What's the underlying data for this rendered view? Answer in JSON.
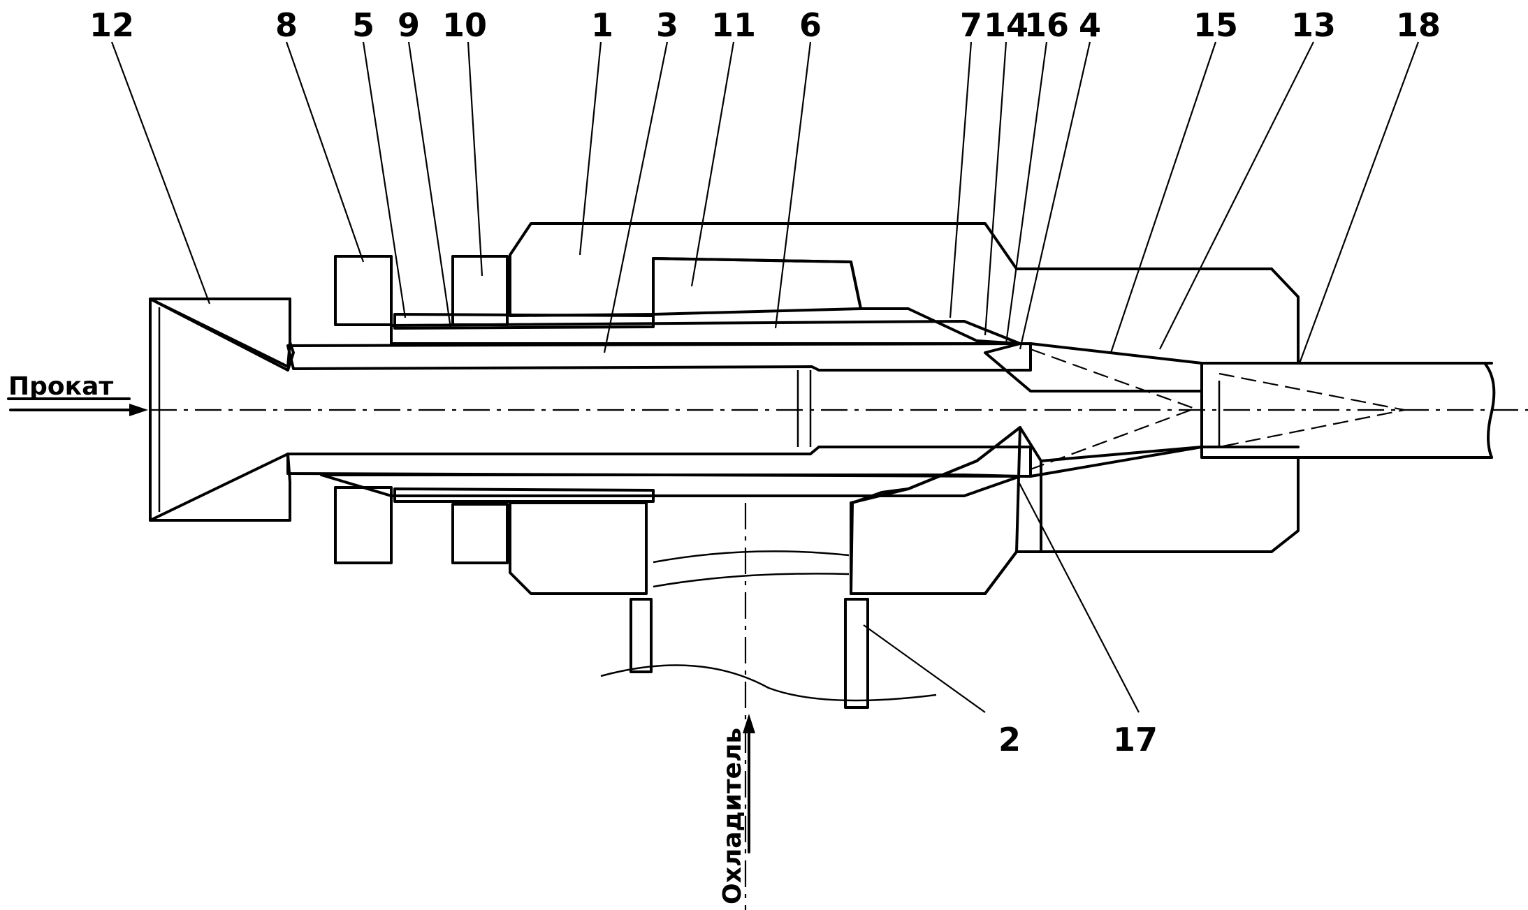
{
  "labels": {
    "l12": "12",
    "l8": "8",
    "l5": "5",
    "l9": "9",
    "l10": "10",
    "l1": "1",
    "l3": "3",
    "l11": "11",
    "l6": "6",
    "l7": "7",
    "l14": "14",
    "l16": "16",
    "l4": "4",
    "l15": "15",
    "l13": "13",
    "l18": "18",
    "l2": "2",
    "l17": "17"
  },
  "inlet_label": "Прокат",
  "coolant_label": "Охладитель"
}
